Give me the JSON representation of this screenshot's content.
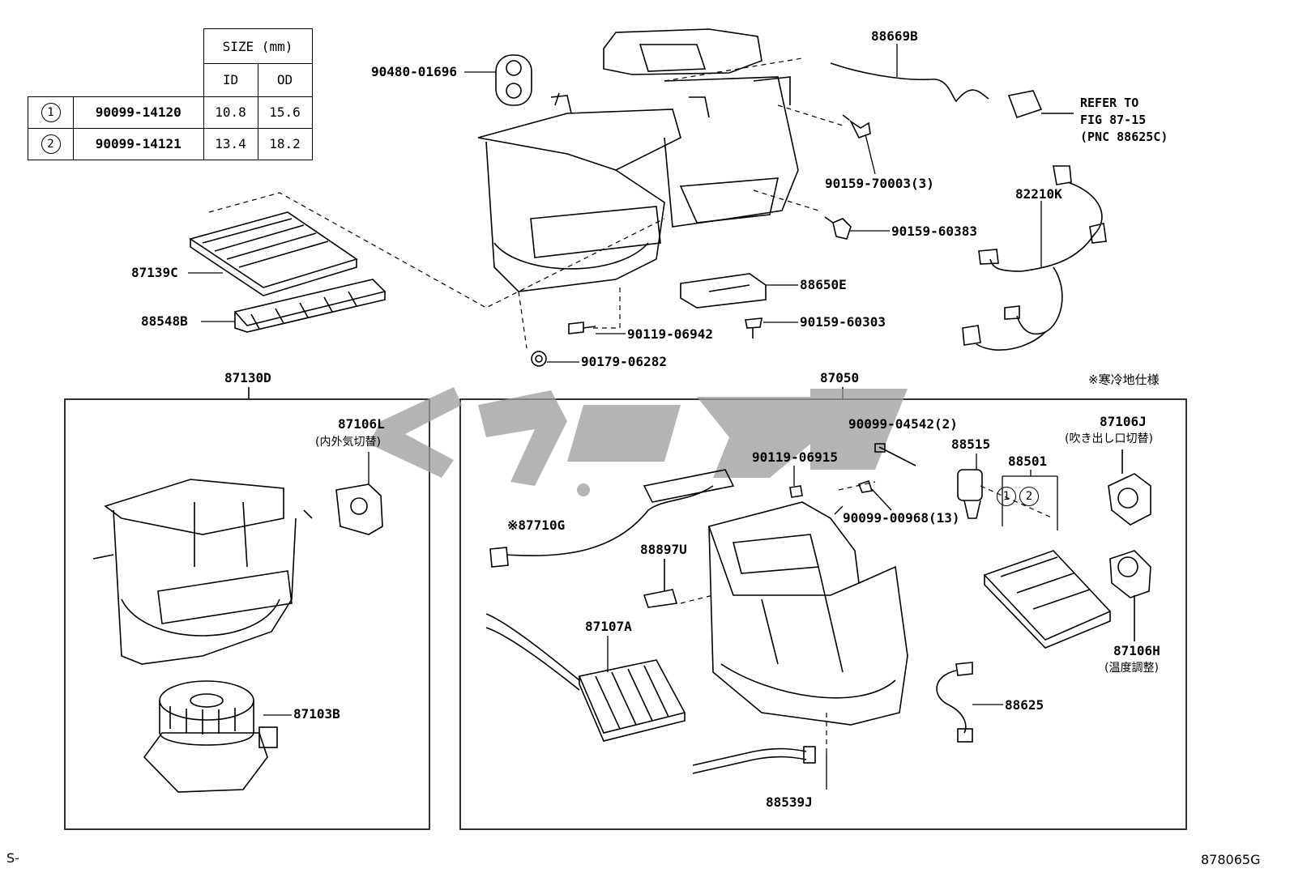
{
  "size_table": {
    "header": "SIZE (mm)",
    "col_id": "ID",
    "col_od": "OD",
    "rows": [
      {
        "no": "1",
        "part": "90099-14120",
        "id": "10.8",
        "od": "15.6"
      },
      {
        "no": "2",
        "part": "90099-14121",
        "id": "13.4",
        "od": "18.2"
      }
    ]
  },
  "labels": {
    "p90480": "90480-01696",
    "p88669b": "88669B",
    "refer_1": "REFER TO",
    "refer_2": "FIG 87-15",
    "refer_3": "(PNC 88625C)",
    "p90159_70003": "90159-70003(3)",
    "p82210k": "82210K",
    "p90159_60383": "90159-60383",
    "p87139c": "87139C",
    "p88650e": "88650E",
    "p88548b": "88548B",
    "p90159_60303": "90159-60303",
    "p90119_06942": "90119-06942",
    "p90179_06282": "90179-06282",
    "p87130d": "87130D",
    "p87050": "87050",
    "cold_spec": "※寒冷地仕様",
    "p87106l": "87106L",
    "p87106l_sub": "(内外気切替)",
    "p90099_04542": "90099-04542(2)",
    "p88515": "88515",
    "p87106j": "87106J",
    "p87106j_sub": "(吹き出し口切替)",
    "p90119_06915": "90119-06915",
    "p88501": "88501",
    "p90099_00968": "90099-00968(13)",
    "p87710g": "※87710G",
    "p88897u": "88897U",
    "p87107a": "87107A",
    "p87106h": "87106H",
    "p87106h_sub": "(温度調整)",
    "p87103b": "87103B",
    "p88625": "88625",
    "p88539j": "88539J",
    "circle_1": "1",
    "circle_2": "2"
  },
  "footer": {
    "left": "S-",
    "right": "878065G"
  }
}
